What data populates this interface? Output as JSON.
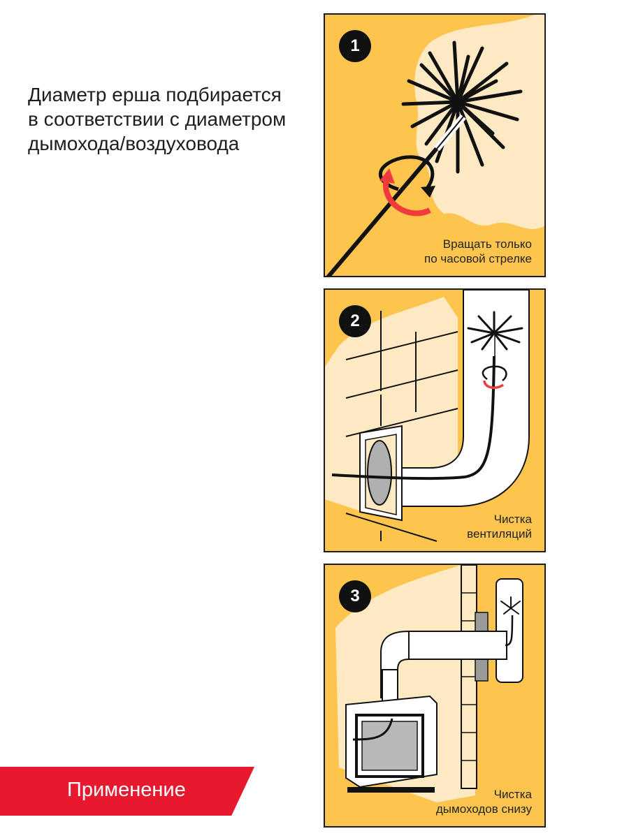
{
  "intro": {
    "lines": [
      "Диаметр ерша подбирается",
      "в соответствии с диаметром",
      "дымохода/воздуховода"
    ]
  },
  "panels": [
    {
      "number": "1",
      "caption": [
        "Вращать только",
        "по часовой стрелке"
      ],
      "icons": [
        "chimney-brush-icon",
        "rotation-arrow-icon"
      ]
    },
    {
      "number": "2",
      "caption": [
        "Чистка",
        "вентиляций"
      ],
      "icons": [
        "brick-wall-icon",
        "vent-duct-icon",
        "chimney-brush-icon",
        "rotation-arrow-icon"
      ]
    },
    {
      "number": "3",
      "caption": [
        "Чистка",
        "дымоходов снизу"
      ],
      "icons": [
        "stove-icon",
        "chimney-pipe-icon",
        "chimney-brush-icon"
      ]
    }
  ],
  "badge": {
    "label": "Применение"
  },
  "colors": {
    "panel_background": "#fdc54d",
    "panel_highlight": "#fdeac2",
    "accent_red": "#e8192e",
    "arrow_red": "#ef3b3b",
    "ink": "#111111"
  }
}
